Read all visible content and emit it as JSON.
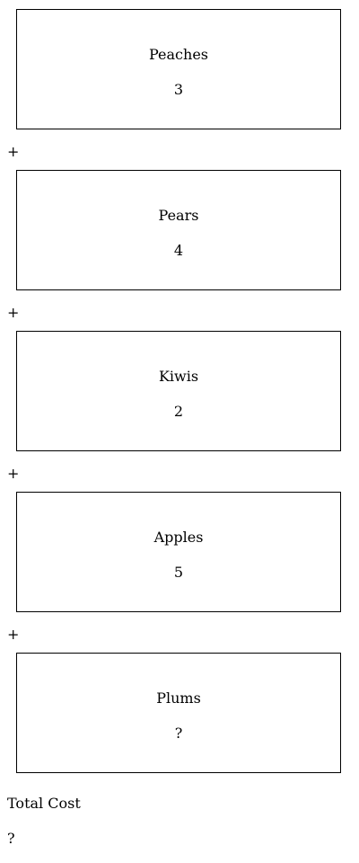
{
  "items": [
    {
      "name": "Peaches",
      "value": "3"
    },
    {
      "name": "Pears",
      "value": "4"
    },
    {
      "name": "Kiwis",
      "value": "2"
    },
    {
      "name": "Apples",
      "value": "5"
    },
    {
      "name": "Plums",
      "value": "?"
    }
  ],
  "operator": "+",
  "total": {
    "label": "Total Cost",
    "value": "?"
  }
}
